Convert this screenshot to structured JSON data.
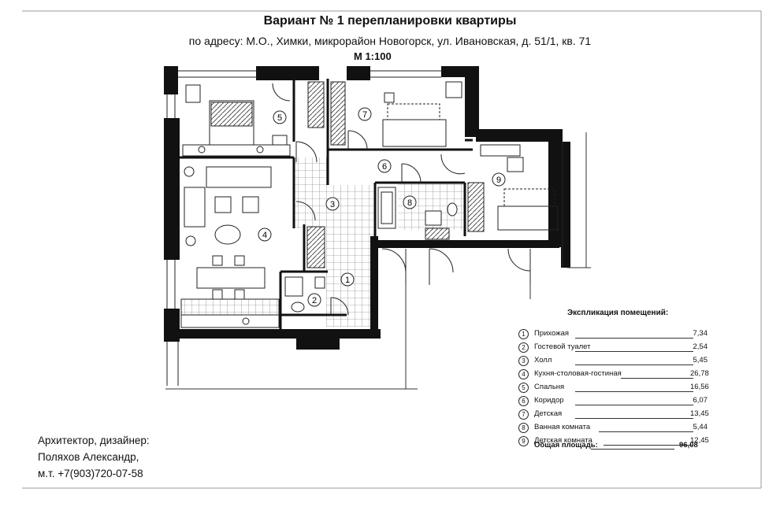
{
  "header": {
    "title": "Вариант № 1 перепланировки квартиры",
    "address": "по адресу: М.О., Химки, микрорайон Новогорск, ул. Ивановская, д. 51/1, кв. 71",
    "scale": "М 1:100"
  },
  "plan": {
    "room_numbers": [
      "1",
      "2",
      "3",
      "4",
      "5",
      "6",
      "7",
      "8",
      "9"
    ]
  },
  "legend": {
    "title": "Экспликация помещений:",
    "rooms": [
      {
        "num": "1",
        "name": "Прихожая",
        "area": "7,34"
      },
      {
        "num": "2",
        "name": "Гостевой туалет",
        "area": "2,54"
      },
      {
        "num": "3",
        "name": "Холл",
        "area": "5,45"
      },
      {
        "num": "4",
        "name": "Кухня-столовая-гостиная",
        "area": "26,78"
      },
      {
        "num": "5",
        "name": "Спальня",
        "area": "16,56"
      },
      {
        "num": "6",
        "name": "Коридор",
        "area": "6,07"
      },
      {
        "num": "7",
        "name": "Детская",
        "area": "13,45"
      },
      {
        "num": "8",
        "name": "Ванная комната",
        "area": "5,44"
      },
      {
        "num": "9",
        "name": "Детская комната",
        "area": "12,45"
      }
    ],
    "total_label": "Общая площадь:",
    "total_value": "96,08"
  },
  "author": {
    "role": "Архитектор, дизайнер:",
    "name": "Поляхов Александр,",
    "phone": "м.т. +7(903)720-07-58"
  },
  "colors": {
    "wall": "#111111",
    "line": "#222222",
    "tile": "#555555"
  }
}
